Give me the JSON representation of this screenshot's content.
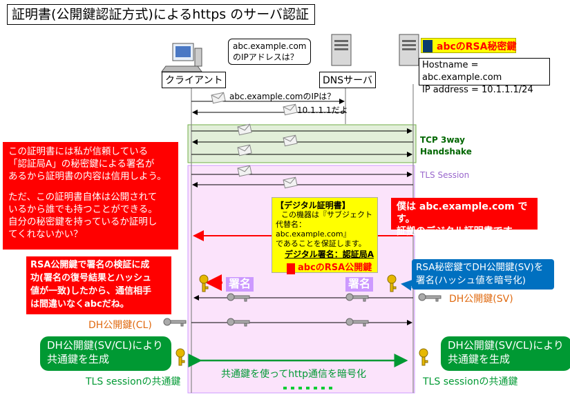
{
  "title": "証明書(公開鍵認証方式)によるhttps のサーバ認証",
  "actors": {
    "client": "クライアント",
    "dns": "DNSサーバ",
    "server_key_label": "abcのRSA秘密鍵",
    "server_info": [
      "Hostname = abc.example.com",
      "IP address = 10.1.1.1/24"
    ]
  },
  "bubble_query": [
    "abc.example.com",
    "のIPアドレスは？"
  ],
  "messages": {
    "dns_query": "abc.example.comのIPは？",
    "dns_reply": "10.1.1.1だよ",
    "tcp": [
      "TCP 3way",
      "Handshake"
    ],
    "tls": "TLS Session"
  },
  "client_thought": [
    "この証明書には私が信頼している",
    "「認証局A」の秘密鍵による署名が",
    "あるから証明書の内容は信用しよう。",
    "",
    "ただ、この証明書自体は公開されて",
    "いるから誰でも持つことができる。",
    "自分の秘密鍵を持っているか証明し",
    "てくれないかい？"
  ],
  "server_claim": [
    "僕は abc.example.com です。",
    "証拠のデジタル証明書です。"
  ],
  "certificate": {
    "heading": "【デジタル証明書】",
    "lines": [
      "この機器は『サブジェクト",
      "代替名：abc.example.com』",
      "であることを保証します。"
    ],
    "signature": "デジタル署名：認証局A",
    "key": "abcのRSA公開鍵"
  },
  "verify_note": [
    "RSA公開鍵で署名の検証に成",
    "功(署名の復号結果とハッシュ",
    "値が一致)したから、通信相手",
    "は間違いなくabcだね。"
  ],
  "sign_note": [
    "RSA秘密鍵でDH公開鍵(SV)を",
    "署名(ハッシュ値を暗号化)"
  ],
  "sig_label": "署名",
  "dh_sv": "DH公開鍵(SV)",
  "dh_cl": "DH公開鍵(CL)",
  "shared_gen": [
    "DH公開鍵(SV/CL)により",
    "共通鍵を生成"
  ],
  "shared_key_label": "TLS sessionの共通鍵",
  "encrypt_msg": "共通鍵を使ってhttp通信を暗号化",
  "colors": {
    "red": "#ff0000",
    "green": "#009933",
    "blue": "#0070c0",
    "violet": "#cc99ff",
    "orange": "#e06a10"
  }
}
